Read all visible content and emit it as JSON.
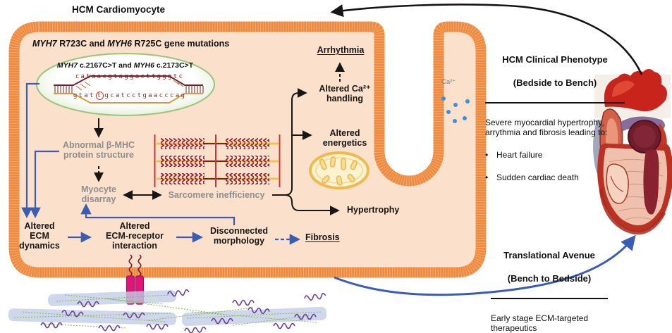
{
  "diagram": {
    "cell_title": "HCM Cardiomyocyte",
    "mutation_heading": {
      "gene1": "MYH7",
      "mid": " R723C and ",
      "gene2": "MYH6",
      "tail": " R725C gene mutations"
    },
    "dna": {
      "caption": {
        "gene1": "MYH7",
        "mid": " c.2167C>T and ",
        "gene2": "MYH6",
        "tail": " c.2173C>T"
      },
      "top_strand": "cataacgtaggacttgggtc",
      "bottom_pre": "gtat",
      "bottom_mut": "t",
      "bottom_post": "gcatcctgaacccag"
    },
    "nodes": {
      "abnormal_bmhc": "Abnormal β-MHC\nprotein structure",
      "myocyte_disarray": "Myocyte\ndisarray",
      "sarcomere_inefficiency": "Sarcomere inefficiency",
      "arrhythmia": "Arrhythmia",
      "altered_ca": "Altered Ca²⁺\nhandling",
      "altered_energetics": "Altered\nenergetics",
      "hypertrophy": "Hypertrophy",
      "altered_ecm": "Altered\nECM\ndynamics",
      "ecm_receptor": "Altered\nECM-receptor\ninteraction",
      "disconnected": "Disconnected\nmorphology",
      "fibrosis": "Fibrosis",
      "ca_ion": "Ca²⁺"
    },
    "clinical": {
      "title": "HCM Clinical Phenotype",
      "subtitle": "(Bedside to Bench)",
      "body": "Severe myocardial hypertrophy,\narrythmia and fibrosis leading to:",
      "bullet_marker": "•",
      "bullets": [
        "Heart failure",
        "Sudden cardiac death"
      ]
    },
    "translational": {
      "title": "Translational Avenue",
      "subtitle": "(Bench to Bedside)",
      "body": "Early stage ECM-targeted\ntherapeutics"
    },
    "colors": {
      "membrane_orange": "#ee8a3e",
      "cytoplasm": "#fbe0cb",
      "arrow_blue": "#3a5cb5",
      "receptor_magenta": "#df1677",
      "sarcomere_maroon": "#8c1b33",
      "mitochondria_yellow": "#eeb94d",
      "ca_dot_blue": "#3c8fd4",
      "gray_label": "#8e8e8e"
    }
  }
}
